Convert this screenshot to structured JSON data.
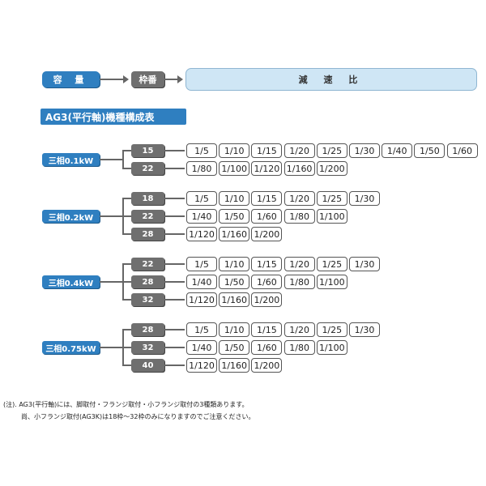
{
  "legend": {
    "capacity": "容 量",
    "frame": "枠番",
    "ratio": "減 速 比"
  },
  "title": "AG3(平行軸)機種構成表",
  "groups": [
    {
      "capacity": "三相0.1kW",
      "rows": [
        {
          "frame": "15",
          "ratios": [
            "1/5",
            "1/10",
            "1/15",
            "1/20",
            "1/25",
            "1/30",
            "1/40",
            "1/50",
            "1/60"
          ]
        },
        {
          "frame": "22",
          "ratios": [
            "1/80",
            "1/100",
            "1/120",
            "1/160",
            "1/200"
          ]
        }
      ]
    },
    {
      "capacity": "三相0.2kW",
      "rows": [
        {
          "frame": "18",
          "ratios": [
            "1/5",
            "1/10",
            "1/15",
            "1/20",
            "1/25",
            "1/30"
          ]
        },
        {
          "frame": "22",
          "ratios": [
            "1/40",
            "1/50",
            "1/60",
            "1/80",
            "1/100"
          ]
        },
        {
          "frame": "28",
          "ratios": [
            "1/120",
            "1/160",
            "1/200"
          ]
        }
      ]
    },
    {
      "capacity": "三相0.4kW",
      "rows": [
        {
          "frame": "22",
          "ratios": [
            "1/5",
            "1/10",
            "1/15",
            "1/20",
            "1/25",
            "1/30"
          ]
        },
        {
          "frame": "28",
          "ratios": [
            "1/40",
            "1/50",
            "1/60",
            "1/80",
            "1/100"
          ]
        },
        {
          "frame": "32",
          "ratios": [
            "1/120",
            "1/160",
            "1/200"
          ]
        }
      ]
    },
    {
      "capacity": "三相0.75kW",
      "rows": [
        {
          "frame": "28",
          "ratios": [
            "1/5",
            "1/10",
            "1/15",
            "1/20",
            "1/25",
            "1/30"
          ]
        },
        {
          "frame": "32",
          "ratios": [
            "1/40",
            "1/50",
            "1/60",
            "1/80",
            "1/100"
          ]
        },
        {
          "frame": "40",
          "ratios": [
            "1/120",
            "1/160",
            "1/200"
          ]
        }
      ]
    }
  ],
  "notes": [
    "(注). AG3(平行軸)には、脚取付・フランジ取付・小フランジ取付の3種類あります。",
    "尚、小フランジ取付(AG3K)は18枠～32枠のみになりますのでご注意ください。"
  ]
}
